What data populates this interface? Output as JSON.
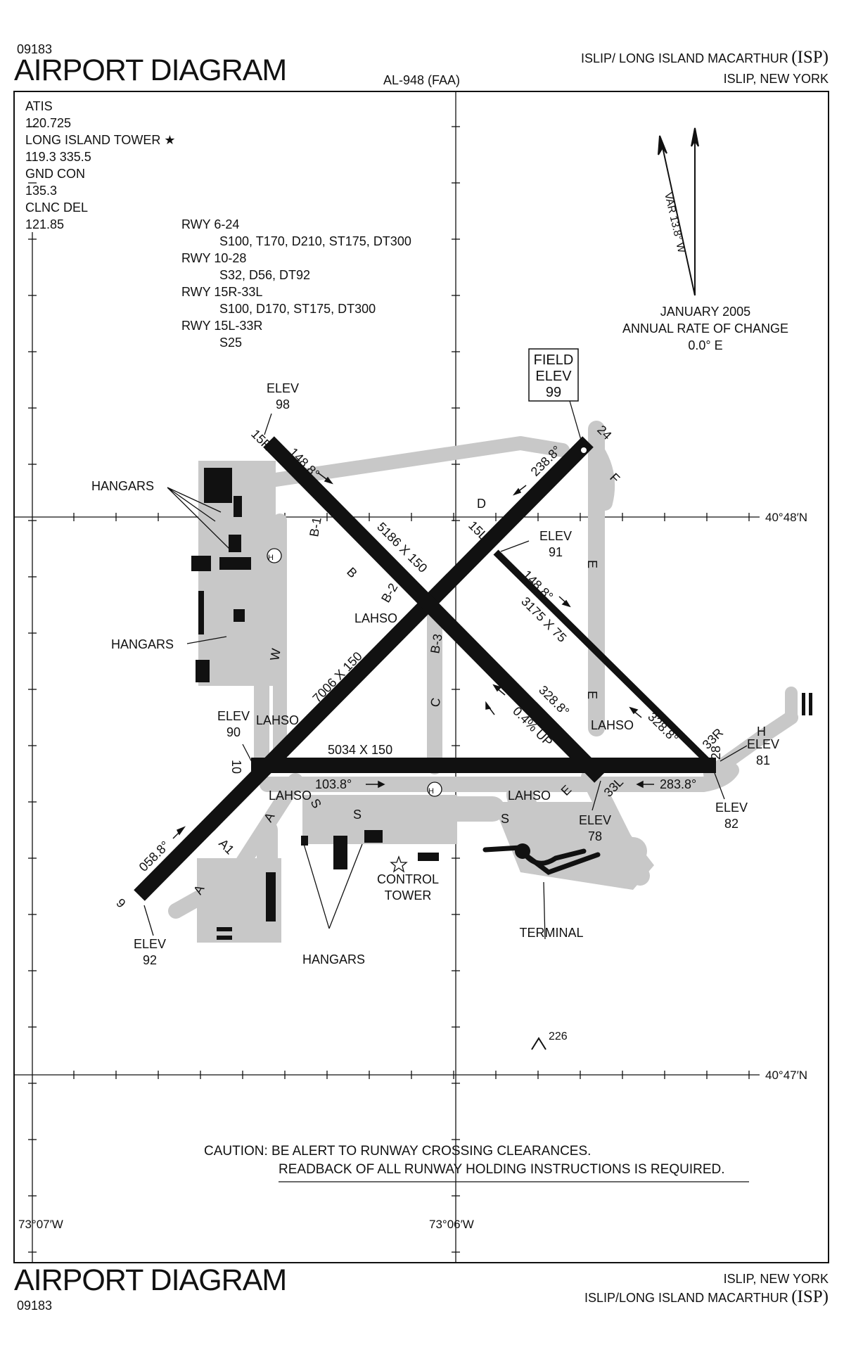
{
  "header": {
    "chart_number": "09183",
    "title": "AIRPORT DIAGRAM",
    "chart_id": "AL-948 (FAA)",
    "airport_name": "ISLIP/ LONG ISLAND MACARTHUR",
    "airport_code": "(ISP)",
    "city": "ISLIP, NEW YORK"
  },
  "footer": {
    "title": "AIRPORT DIAGRAM",
    "chart_number": "09183",
    "city": "ISLIP, NEW YORK",
    "airport_name": "ISLIP/LONG ISLAND MACARTHUR",
    "airport_code": "(ISP)"
  },
  "frequencies": [
    "ATIS",
    "120.725",
    "LONG ISLAND TOWER ★",
    "119.3  335.5",
    "GND CON",
    "135.3",
    "CLNC DEL",
    "121.85"
  ],
  "runway_strength": [
    {
      "runway": "RWY 6-24",
      "strength": "S100, T170, D210, ST175, DT300"
    },
    {
      "runway": "RWY 10-28",
      "strength": "S32, D56, DT92"
    },
    {
      "runway": "RWY 15R-33L",
      "strength": "S100, D170, ST175, DT300"
    },
    {
      "runway": "RWY 15L-33R",
      "strength": "S25"
    }
  ],
  "magnetic_variation": {
    "var_label": "VAR 13.8° W",
    "date": "JANUARY 2005",
    "rate_label": "ANNUAL RATE OF CHANGE",
    "rate": "0.0° E"
  },
  "field_elevation": {
    "line1": "FIELD",
    "line2": "ELEV",
    "value": "99"
  },
  "coordinates": {
    "lat_north": "40°48′N",
    "lat_south": "40°47′N",
    "lon_west": "73°07′W",
    "lon_east": "73°06′W"
  },
  "runways": {
    "rwy_6_24": "7006 X 150",
    "rwy_10_28": "5034 X 150",
    "rwy_15r_33l": "5186 X 150",
    "rwy_15l_33r": "3175 X 75"
  },
  "runway_ends": {
    "r15r": "15R",
    "r24": "24",
    "r15l": "15L",
    "r10": "10",
    "r6": "6",
    "r33r": "33R",
    "r28": "28",
    "r33l": "33L"
  },
  "headings": {
    "h148_15r": "148.8°",
    "h238": "238.8°",
    "h148_15l": "148.8°",
    "h328_33l": "328.8°",
    "h328_33r": "328.8°",
    "h103": "103.8°",
    "h283": "283.8°",
    "h058": "058.8°"
  },
  "elevations": {
    "e98": {
      "label": "ELEV",
      "value": "98"
    },
    "e91": {
      "label": "ELEV",
      "value": "91"
    },
    "e90": {
      "label": "ELEV",
      "value": "90"
    },
    "e81": {
      "label": "ELEV",
      "value": "81"
    },
    "e82": {
      "label": "ELEV",
      "value": "82"
    },
    "e78": {
      "label": "ELEV",
      "value": "78"
    },
    "e92": {
      "label": "ELEV",
      "value": "92"
    }
  },
  "labels": {
    "hangars": "HANGARS",
    "lahso": "LAHSO",
    "slope": "0.4% UP",
    "control_tower_1": "CONTROL",
    "control_tower_2": "TOWER",
    "terminal": "TERMINAL",
    "obstacle": "226",
    "helipad": "H"
  },
  "taxiways": {
    "d": "D",
    "f": "F",
    "e": "E",
    "b": "B",
    "b1": "B-1",
    "b2": "B-2",
    "b3": "B-3",
    "w": "W",
    "c": "C",
    "a": "A",
    "a1": "A1",
    "s": "S",
    "h": "H"
  },
  "caution": {
    "line1": "CAUTION:  BE ALERT TO RUNWAY CROSSING CLEARANCES.",
    "line2": "READBACK OF ALL RUNWAY HOLDING INSTRUCTIONS IS REQUIRED."
  },
  "colors": {
    "runway": "#111111",
    "taxiway": "#c8c8c8",
    "ink": "#111111"
  }
}
